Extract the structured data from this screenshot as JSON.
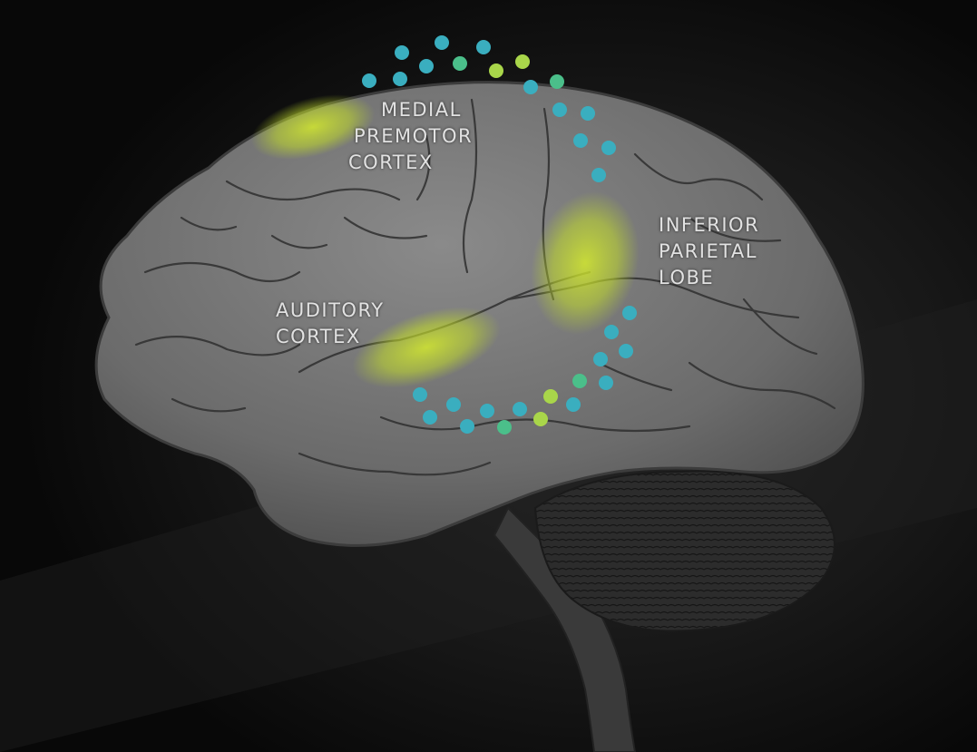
{
  "labels": {
    "medial_premotor_cortex": [
      "MEDIAL",
      "PREMOTOR",
      "CORTEX"
    ],
    "inferior_parietal_lobe": [
      "INFERIOR",
      "PARIETAL",
      "LOBE"
    ],
    "auditory_cortex": [
      "AUDITORY",
      "CORTEX"
    ]
  },
  "colors": {
    "background": "#0b0b0b",
    "brain": "#6e6e6e",
    "cerebellum": "#2f2f2f",
    "brainstem": "#3a3a3a",
    "highlight": "#c8e02a",
    "dot_blue": "#3aaebf",
    "dot_green": "#4bbf8a",
    "dot_lime": "#a9d64a",
    "label_text": "#e2e2e2"
  },
  "highlighted_regions": [
    "medial premotor cortex",
    "inferior parietal lobe",
    "auditory cortex"
  ],
  "dot_path_colors": [
    "blue",
    "blue",
    "blue",
    "blue",
    "blue",
    "blue",
    "green",
    "lime",
    "lime",
    "blue",
    "green",
    "blue",
    "blue",
    "blue",
    "blue",
    "blue",
    "blue",
    "blue",
    "blue",
    "blue",
    "blue",
    "blue",
    "blue",
    "blue",
    "green",
    "lime",
    "blue",
    "green",
    "lime",
    "blue",
    "green",
    "blue",
    "blue",
    "blue",
    "blue",
    "blue"
  ]
}
